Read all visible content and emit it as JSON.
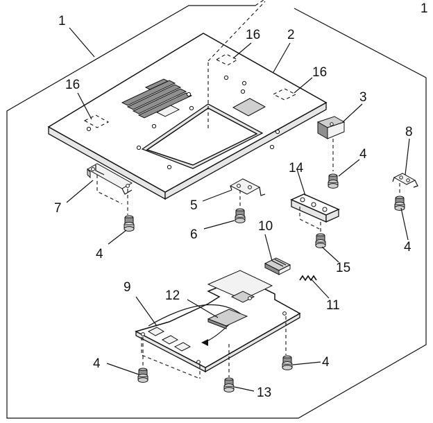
{
  "page_number": "1",
  "parts": [
    {
      "id": "assembly",
      "label": "1"
    },
    {
      "id": "needle-plate",
      "label": "2"
    },
    {
      "id": "slide-button",
      "label": "3"
    },
    {
      "id": "screw-a",
      "label": "4"
    },
    {
      "id": "screw-b",
      "label": "4"
    },
    {
      "id": "screw-c",
      "label": "4"
    },
    {
      "id": "screw-d",
      "label": "4"
    },
    {
      "id": "screw-e",
      "label": "4"
    },
    {
      "id": "bracket-center",
      "label": "5"
    },
    {
      "id": "screw-center",
      "label": "6"
    },
    {
      "id": "bracket-left",
      "label": "7"
    },
    {
      "id": "bracket-right",
      "label": "8"
    },
    {
      "id": "cover-plate",
      "label": "9"
    },
    {
      "id": "latch",
      "label": "10"
    },
    {
      "id": "spring",
      "label": "11"
    },
    {
      "id": "lever",
      "label": "12"
    },
    {
      "id": "screw-bottom",
      "label": "13"
    },
    {
      "id": "spacer",
      "label": "14"
    },
    {
      "id": "screw-spacer",
      "label": "15"
    },
    {
      "id": "pad-top",
      "label": "16"
    },
    {
      "id": "pad-right",
      "label": "16"
    },
    {
      "id": "pad-left",
      "label": "16"
    }
  ]
}
